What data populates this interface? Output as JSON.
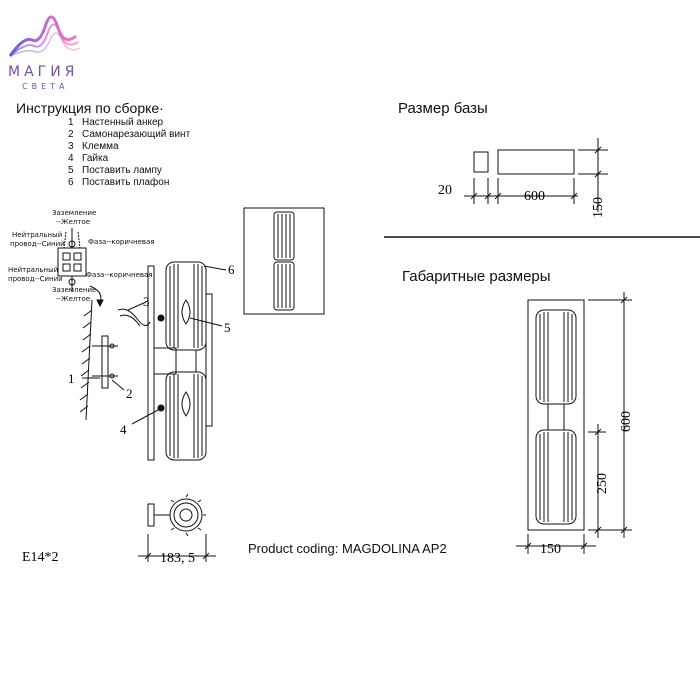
{
  "brand": {
    "name": "МАГИЯ",
    "tagline": "СВЕТА"
  },
  "assembly": {
    "title": "Инструкция по сборке·",
    "steps": [
      {
        "num": "1",
        "text": "Настенный анкер"
      },
      {
        "num": "2",
        "text": "Самонарезающий винт"
      },
      {
        "num": "3",
        "text": "Клемма"
      },
      {
        "num": "4",
        "text": "Гайка"
      },
      {
        "num": "5",
        "text": "Поставить лампу"
      },
      {
        "num": "6",
        "text": "Поставить плафон"
      }
    ]
  },
  "wiring": {
    "ground_top": "Заземление",
    "ground_top_color": "--Желтое",
    "neutral_1a": "Нейтральный",
    "neutral_1b": "провод--Синий",
    "phase_1": "Фаза--коричневая",
    "neutral_2a": "Нейтральный",
    "neutral_2b": "провод--Синий",
    "phase_2": "Фаза--коричневая",
    "ground_bottom": "Заземление",
    "ground_bottom_color": "--Желтое"
  },
  "callouts": [
    "1",
    "2",
    "3",
    "4",
    "5",
    "6"
  ],
  "lamp_spec": "E14*2",
  "depth_dim": "183, 5",
  "product_coding": "Product coding: MAGDOLINA AP2",
  "base": {
    "title": "Размер базы",
    "dim_thickness": "20",
    "dim_length": "600",
    "dim_width": "150"
  },
  "overall": {
    "title": "Габаритные размеры",
    "dim_height": "600",
    "dim_mount": "250",
    "dim_width": "150"
  }
}
